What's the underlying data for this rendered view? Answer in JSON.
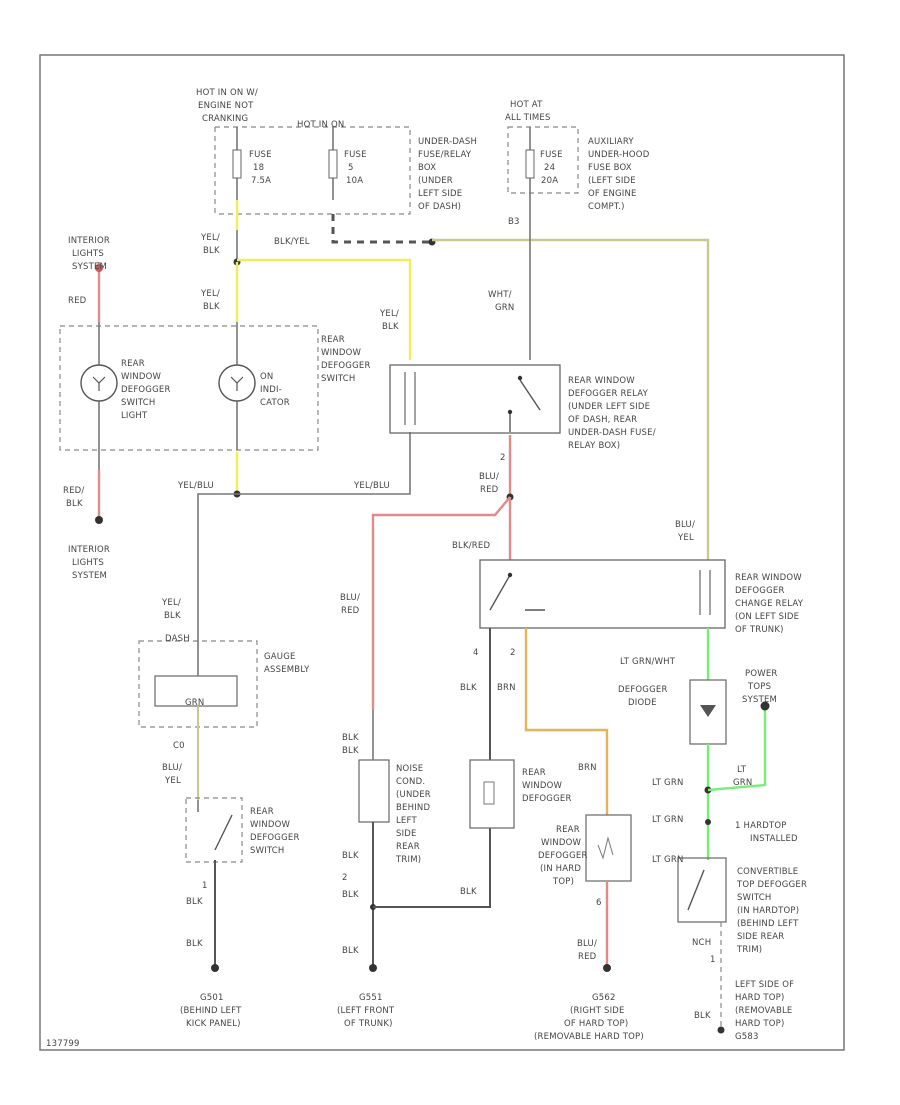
{
  "colors": {
    "yellow": "#f2ee5a",
    "olive": "#c8c98f",
    "red": "#e08a8a",
    "orange": "#e4b35c",
    "green": "#77ee77",
    "gray": "#777777"
  },
  "labels": {
    "hot_run": "HOT IN ON W/",
    "engine_not": "ENGINE NOT",
    "cranking": "CRANKING",
    "hot_in_on": "HOT IN ON",
    "fuse1": "FUSE",
    "fuse1_no": "18",
    "fuse1_amp": "7.5A",
    "fuse2": "FUSE",
    "fuse2_no": "5",
    "fuse2_amp": "10A",
    "hot_at": "HOT AT",
    "all_times": "ALL TIMES",
    "fuse3": "FUSE",
    "fuse3_no": "24",
    "fuse3_amp": "20A",
    "underdash1": "UNDER-DASH",
    "underdash2": "FUSE/RELAY",
    "underdash3": "BOX",
    "underdash4": "(UNDER",
    "underdash5": "LEFT SIDE",
    "underdash6": "OF DASH)",
    "aux1": "AUXILIARY",
    "aux2": "UNDER-HOOD",
    "aux3": "FUSE BOX",
    "aux4": "(LEFT SIDE",
    "aux5": "OF ENGINE",
    "aux6": "COMPT.)",
    "blkyel_top": "BLK/YEL",
    "b3": "B3",
    "yel": "YEL/",
    "blk": "BLK",
    "interior1": "INTERIOR",
    "interior2": "LIGHTS",
    "interior3": "SYSTEM",
    "red": "RED",
    "yel2": "YEL/",
    "blk2": "BLK",
    "yel3": "YEL/",
    "blk3": "BLK",
    "wht": "WHT/",
    "grn": "GRN",
    "sw1": "REAR",
    "sw2": "WINDOW",
    "sw3": "DEFOGGER",
    "sw4": "SWITCH",
    "light1": "REAR",
    "light2": "WINDOW",
    "light3": "DEFOGGER",
    "light4": "SWITCH",
    "light5": "LIGHT",
    "ind1": "ON",
    "ind2": "INDI-",
    "ind3": "CATOR",
    "relay1": "REAR WINDOW",
    "relay2": "DEFOGGER RELAY",
    "relay3": "(UNDER LEFT SIDE",
    "relay4": "OF DASH, REAR",
    "relay5": "UNDER-DASH FUSE/",
    "relay6": "RELAY BOX)",
    "pin2": "2",
    "red_blk1": "RED/",
    "red_blk2": "BLK",
    "yelblu_left": "YEL/BLU",
    "yelblu_right": "YEL/BLU",
    "blu_red1": "BLU/",
    "blu_red2": "RED",
    "blk_red": "BLK/RED",
    "blu_yel1": "BLU/",
    "blu_yel2": "YEL",
    "change1": "REAR WINDOW",
    "change2": "DEFOGGER",
    "change3": "CHANGE RELAY",
    "change4": "(ON LEFT SIDE",
    "change5": "OF TRUNK)",
    "int_bot1": "INTERIOR",
    "int_bot2": "LIGHTS",
    "int_bot3": "SYSTEM",
    "yel_blk_g1": "YEL/",
    "yel_blk_g2": "BLK",
    "gauge_assy1": "GAUGE",
    "gauge_assy2": "ASSEMBLY",
    "dash_pin": "DASH",
    "grn_pin": "GRN",
    "c0": "C0",
    "blu_yel3": "BLU/",
    "blu_yel4": "YEL",
    "blu_red3": "BLU/",
    "blu_red4": "RED",
    "p4": "4",
    "p2": "2",
    "blk_c": "BLK",
    "brn_c": "BRN",
    "brn2": "BRN",
    "ltgrnwht": "LT GRN/WHT",
    "defdiode1": "DEFOGGER",
    "defdiode2": "DIODE",
    "power1": "POWER",
    "power2": "TOPS",
    "power3": "SYSTEM",
    "noise1": "NOISE",
    "noise2": "COND.",
    "noise3": "(UNDER",
    "noise4": "BEHIND",
    "noise5": "LEFT",
    "noise6": "SIDE",
    "noise7": "REAR",
    "noise8": "TRIM)",
    "rdef1": "REAR",
    "rdef2": "WINDOW",
    "rdef3": "DEFOGGER",
    "hdef1": "REAR",
    "hdef2": "WINDOW",
    "hdef3": "DEFOGGER",
    "hdef4": "(IN HARD",
    "hdef5": "TOP)",
    "ltgrn1": "LT GRN",
    "ltgrn2a": "LT",
    "ltgrn2b": "GRN",
    "ltgrn3": "LT GRN",
    "hardtop1": "1 HARDTOP",
    "hardtop2": "INSTALLED",
    "ltgrn4": "LT GRN",
    "conv1": "CONVERTIBLE",
    "conv2": "TOP DEFOGGER",
    "conv3": "SWITCH",
    "conv4": "(IN HARDTOP)",
    "conv5": "(BEHIND LEFT",
    "conv6": "SIDE REAR",
    "conv7": "TRIM)",
    "rsw1": "REAR",
    "rsw2": "WINDOW",
    "rsw3": "DEFOGGER",
    "rsw4": "SWITCH",
    "blk_a": "BLK",
    "blk_b": "BLK",
    "p1": "1",
    "blk_n1": "BLK",
    "p2n": "2",
    "blk_n2": "BLK",
    "blk_n3": "BLK",
    "p6": "6",
    "blu_red5": "BLU/",
    "blu_red6": "RED",
    "nch1": "NCH",
    "nch2": "1",
    "lside1": "LEFT SIDE OF",
    "lside2": "HARD TOP)",
    "lside3": "(REMOVABLE",
    "lside4": "HARD TOP)",
    "blk_end": "BLK",
    "g501a": "G501",
    "g501b": "(BEHIND LEFT",
    "g501c": "KICK PANEL)",
    "g551a": "G551",
    "g551b": "(LEFT FRONT",
    "g551c": "OF TRUNK)",
    "g562a": "G562",
    "g562b": "(RIGHT SIDE",
    "g562c": "OF HARD TOP)",
    "g562d": "(REMOVABLE HARD TOP)",
    "g583": "G583",
    "footer": "137799"
  }
}
